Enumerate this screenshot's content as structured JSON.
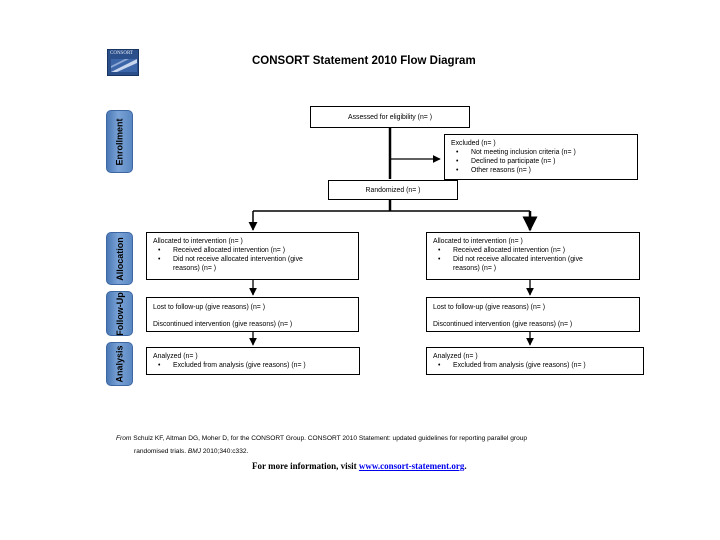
{
  "logo": {
    "text": "CONSORT"
  },
  "title": "CONSORT Statement 2010 Flow Diagram",
  "stages": {
    "enrollment": "Enrollment",
    "allocation": "Allocation",
    "followup": "Follow-Up",
    "analysis": "Analysis"
  },
  "enrollment": {
    "assessed": "Assessed for eligibility (n=  )",
    "excluded": {
      "title": "Excluded  (n=  )",
      "items": [
        "Not meeting inclusion criteria (n=  )",
        "Declined to participate (n=  )",
        "Other reasons (n=  )"
      ]
    },
    "randomized": "Randomized (n=  )"
  },
  "arms": {
    "left": {
      "allocation": {
        "title": "Allocated to intervention (n=  )",
        "item1": "Received allocated intervention (n=  )",
        "item2_line1": "Did not receive allocated intervention (give",
        "item2_line2": "reasons) (n=  )"
      },
      "followup": {
        "lost": "Lost to follow-up (give reasons) (n=  )",
        "discontinued": "Discontinued intervention (give reasons) (n=  )"
      },
      "analysis": {
        "title": "Analyzed  (n=  )",
        "item1": "Excluded from analysis (give reasons) (n=  )"
      }
    },
    "right": {
      "allocation": {
        "title": "Allocated to intervention (n=  )",
        "item1": "Received allocated intervention (n=  )",
        "item2_line1": "Did not receive allocated intervention (give",
        "item2_line2": "reasons) (n=  )"
      },
      "followup": {
        "lost": "Lost to follow-up (give reasons) (n=  )",
        "discontinued": "Discontinued intervention (give reasons) (n=  )"
      },
      "analysis": {
        "title": "Analyzed  (n=  )",
        "item1": "Excluded from analysis (give reasons) (n=  )"
      }
    }
  },
  "citation": {
    "from": "From",
    "authors": " Schulz KF, Altman DG, Moher D, for the CONSORT Group. CONSORT 2010 Statement: updated guidelines for reporting parallel group",
    "line2_prefix": "randomised trials. ",
    "journal": "BMJ",
    "line2_suffix": " 2010;340:c332."
  },
  "more_info": {
    "prefix": "For more information, visit ",
    "link": "www.consort-statement.org",
    "suffix": "."
  }
}
